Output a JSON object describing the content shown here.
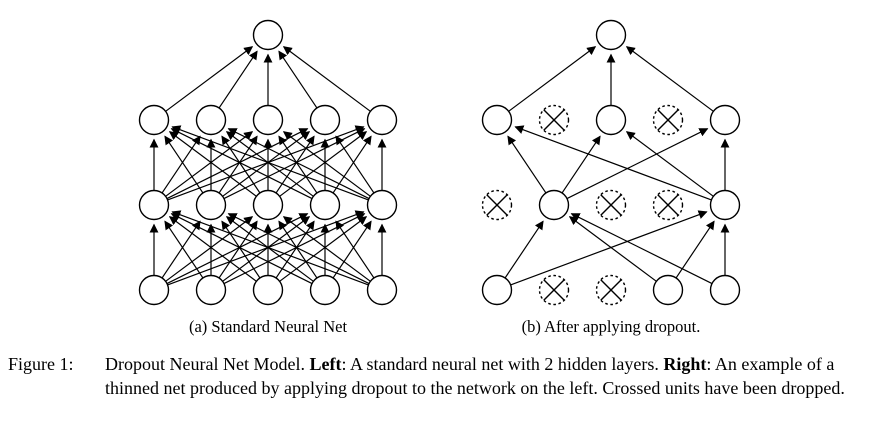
{
  "figure": {
    "subcaptions": {
      "a": "(a) Standard Neural Net",
      "b": "(b) After applying dropout."
    },
    "caption": {
      "label": "Figure 1:",
      "segments": [
        {
          "text": "Dropout Neural Net Model. ",
          "bold": false
        },
        {
          "text": "Left",
          "bold": true
        },
        {
          "text": ": A standard neural net with 2 hidden layers. ",
          "bold": false
        },
        {
          "text": "Right",
          "bold": true
        },
        {
          "text": ": An example of a thinned net produced by applying dropout to the network on the left. Crossed units have been dropped.",
          "bold": false
        }
      ]
    },
    "networks": {
      "left": {
        "name": "standard-neural-net",
        "layer_sizes_bottom_to_top": [
          5,
          5,
          5,
          1
        ],
        "dropped_bottom_to_top": [
          [],
          [],
          [],
          []
        ],
        "connections": "full"
      },
      "right": {
        "name": "dropout-thinned-net",
        "layer_sizes_bottom_to_top": [
          5,
          5,
          5,
          1
        ],
        "dropped_bottom_to_top": [
          [
            1,
            2
          ],
          [
            0,
            2,
            3
          ],
          [
            1,
            3
          ],
          []
        ],
        "connections": "active-only"
      }
    },
    "colors": {
      "stroke": "#000000",
      "node_fill": "#ffffff",
      "text": "#000000"
    }
  }
}
